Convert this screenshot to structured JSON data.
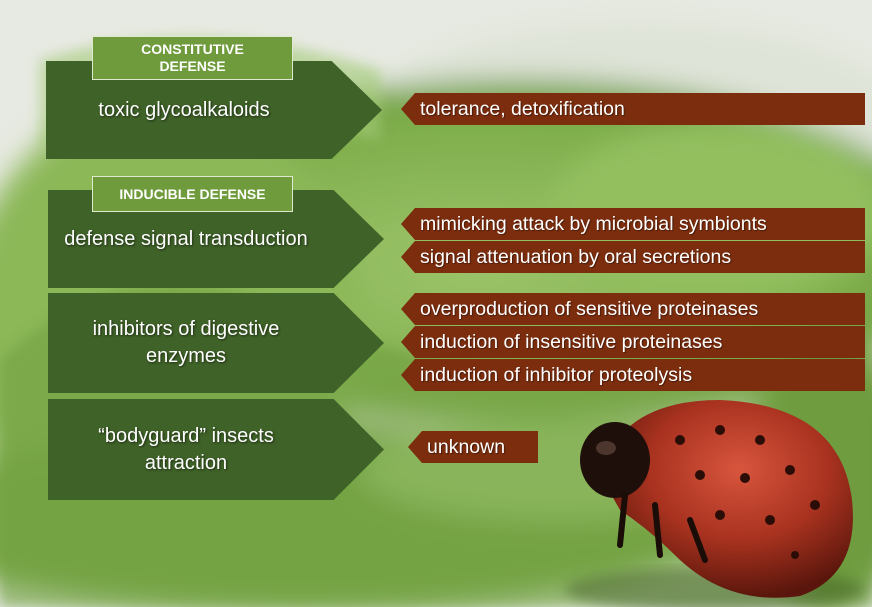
{
  "colors": {
    "defense_box": "#3f6228",
    "tag": "#6f9b3c",
    "counter_box": "#7b2d0e"
  },
  "tags": {
    "constitutive": "CONSTITUTIVE DEFENSE",
    "inducible": "INDUCIBLE DEFENSE"
  },
  "defenses": [
    {
      "label": "toxic glycoalkaloids"
    },
    {
      "label": "defense signal transduction"
    },
    {
      "label": "inhibitors of digestive enzymes"
    },
    {
      "label": "“bodyguard” insects attraction"
    }
  ],
  "counters": [
    {
      "label": "tolerance, detoxification"
    },
    {
      "label": "mimicking attack by microbial symbionts"
    },
    {
      "label": "signal attenuation by oral secretions"
    },
    {
      "label": "overproduction of sensitive proteinases"
    },
    {
      "label": "induction of insensitive proteinases"
    },
    {
      "label": "induction of inhibitor proteolysis"
    },
    {
      "label": "unknown"
    }
  ],
  "background": {
    "subject": "larva-on-leaf-photo"
  }
}
